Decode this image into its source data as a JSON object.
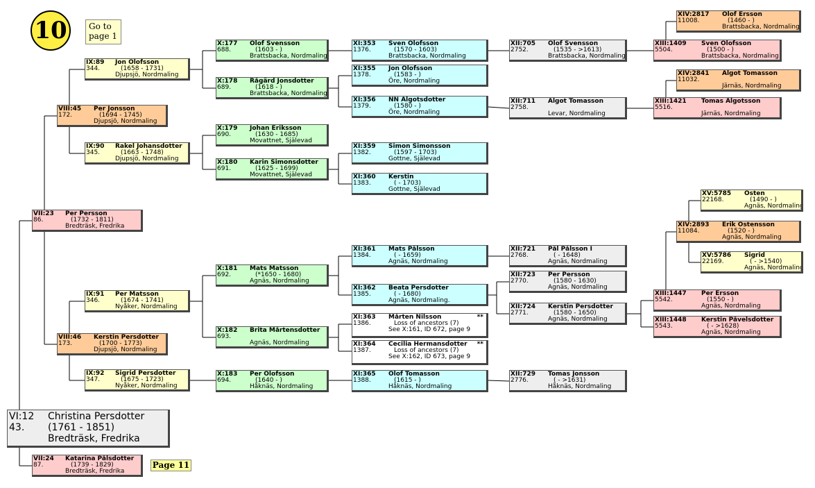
{
  "chart_number": "10",
  "goto": {
    "line1": "Go to",
    "line2": "page 1"
  },
  "page_link": "Page 11",
  "root": {
    "code": "VI:12",
    "name": "Christina Persdotter",
    "num": "43.",
    "dates": "(1761 - 1851)",
    "place": "Bredträsk, Fredrika"
  },
  "colors": {
    "yellow": "#ffffcc",
    "orange": "#ffcc99",
    "pink": "#ffcccc",
    "green": "#ccffcc",
    "cyan": "#ccffff",
    "gray": "#eeeeee"
  },
  "people": [
    {
      "code": "VII:23",
      "num": "86.",
      "name": "Per Persson",
      "dates": "(1732 - 1811)",
      "place": "Bredträsk, Fredrika",
      "color": "pink"
    },
    {
      "code": "VII:24",
      "num": "87.",
      "name": "Katarina Pålsdotter",
      "dates": "(1739 - 1829)",
      "place": "Bredträsk, Fredrika",
      "color": "pink"
    },
    {
      "code": "VIII:45",
      "num": "172.",
      "name": "Per Jonsson",
      "dates": "(1694 - 1745)",
      "place": "Djupsjö, Nordmaling",
      "color": "orange"
    },
    {
      "code": "VIII:46",
      "num": "173.",
      "name": "Kerstin Persdotter",
      "dates": "(1700 - 1773)",
      "place": "Djupsjö, Nordmaling",
      "color": "orange"
    },
    {
      "code": "IX:89",
      "num": "344.",
      "name": "Jon Olofsson",
      "dates": "(1658 - 1731)",
      "place": "Djupsjö, Nordmaling",
      "color": "yellow"
    },
    {
      "code": "IX:90",
      "num": "345.",
      "name": "Rakel Johansdotter",
      "dates": "(1663 - 1748)",
      "place": "Djupsjö, Nordmaling",
      "color": "yellow"
    },
    {
      "code": "IX:91",
      "num": "346.",
      "name": "Per Matsson",
      "dates": "(1674 - 1741)",
      "place": "Nyåker, Nordmaling",
      "color": "yellow"
    },
    {
      "code": "IX:92",
      "num": "347.",
      "name": "Sigrid Persdotter",
      "dates": "(1675 - 1723)",
      "place": "Nyåker, Nordmaling",
      "color": "yellow"
    },
    {
      "code": "X:177",
      "num": "688.",
      "name": "Olof Svensson",
      "dates": "(1603 - )",
      "place": "Brattsbacka, Nordmaling",
      "color": "green"
    },
    {
      "code": "X:178",
      "num": "689.",
      "name": "Rågärd Jonsdotter",
      "dates": "(1618 - )",
      "place": "Brattsbacka, Nordmaling",
      "color": "green"
    },
    {
      "code": "X:179",
      "num": "690.",
      "name": "Johan Eriksson",
      "dates": "(1630 - 1685)",
      "place": "Movattnet, Själevad",
      "color": "green"
    },
    {
      "code": "X:180",
      "num": "691.",
      "name": "Karin Simonsdotter",
      "dates": "(1625 - 1699)",
      "place": "Movattnet, Själevad",
      "color": "green"
    },
    {
      "code": "X:181",
      "num": "692.",
      "name": "Mats Matsson",
      "dates": "(*1650 - 1680)",
      "place": "Agnäs, Nordmaling",
      "color": "green"
    },
    {
      "code": "X:182",
      "num": "693.",
      "name": "Brita Mårtensdotter",
      "dates": "",
      "place": "Agnäs, Nordmaling",
      "color": "green"
    },
    {
      "code": "X:183",
      "num": "694.",
      "name": "Per Olofsson",
      "dates": "(1640 - )",
      "place": "Håknäs, Nordmaling",
      "color": "green"
    },
    {
      "code": "XI:353",
      "num": "1376.",
      "name": "Sven Olofsson",
      "dates": "(1570 - 1603)",
      "place": "Brattsbacka, Nordmaling",
      "color": "cyan"
    },
    {
      "code": "XI:355",
      "num": "1378.",
      "name": "Jon Olofsson",
      "dates": "(1583 - )",
      "place": "Öre, Nordmaling",
      "color": "cyan"
    },
    {
      "code": "XI:356",
      "num": "1379.",
      "name": "NN Algotsdotter",
      "dates": "(1580 - )",
      "place": "Öre, Nordmaling",
      "color": "cyan"
    },
    {
      "code": "XI:359",
      "num": "1382.",
      "name": "Simon Simonsson",
      "dates": "(1597 - 1703)",
      "place": "Gottne, Själevad",
      "color": "cyan"
    },
    {
      "code": "XI:360",
      "num": "1383.",
      "name": "Kerstin",
      "dates": "( - 1703)",
      "place": "Gottne, Själevad",
      "color": "cyan"
    },
    {
      "code": "XI:361",
      "num": "1384.",
      "name": "Mats Pålsson",
      "dates": "( - 1659)",
      "place": "Agnäs, Nordmaling",
      "color": "cyan"
    },
    {
      "code": "XI:362",
      "num": "1385.",
      "name": "Beata Persdotter",
      "dates": "( - 1680)",
      "place": "Agnäs, Nordmaling.",
      "color": "cyan"
    },
    {
      "code": "XI:363",
      "num": "1386.",
      "name": "Mårten Nilsson",
      "dates": "Loss of ancestors (7)",
      "place": "See X:161, ID 672, page 9",
      "color": "white",
      "mark": "**"
    },
    {
      "code": "XI:364",
      "num": "1387.",
      "name": "Cecilia Hermansdotter",
      "dates": "Loss of ancestors (7)",
      "place": "See X:162, ID 673, page 9",
      "color": "white",
      "mark": "**"
    },
    {
      "code": "XI:365",
      "num": "1388.",
      "name": "Olof Tomasson",
      "dates": "(1615 - )",
      "place": "Håknäs, Nordmaling",
      "color": "cyan"
    },
    {
      "code": "XII:705",
      "num": "2752.",
      "name": "Olof Svensson",
      "dates": "(1535 - >1613)",
      "place": "Brattsbacka, Nordmaling",
      "color": "gray"
    },
    {
      "code": "XII:711",
      "num": "2758.",
      "name": "Algot Tomasson",
      "dates": "",
      "place": "Levar, Nordmaling",
      "color": "gray"
    },
    {
      "code": "XII:721",
      "num": "2768.",
      "name": "Pål Pålsson I",
      "dates": "( - 1648)",
      "place": "Agnäs, Nordmaling",
      "color": "gray"
    },
    {
      "code": "XII:723",
      "num": "2770.",
      "name": "Per Persson",
      "dates": "(1580 - 1630)",
      "place": "Agnäs, Nordmaling",
      "color": "gray"
    },
    {
      "code": "XII:724",
      "num": "2771.",
      "name": "Kerstin Persdotter",
      "dates": "(1580 - 1650)",
      "place": "Agnäs, Nordmaling",
      "color": "gray"
    },
    {
      "code": "XII:729",
      "num": "2776.",
      "name": "Tomas Jonsson",
      "dates": "( - >1631)",
      "place": "Håknäs, Nordmaling",
      "color": "gray"
    },
    {
      "code": "XIII:1409",
      "num": "5504.",
      "name": "Sven Olofsson",
      "dates": "(1500 - )",
      "place": "Brattsbacka, Nordmaling",
      "color": "pink"
    },
    {
      "code": "XIII:1421",
      "num": "5516.",
      "name": "Tomas Algotsson",
      "dates": "",
      "place": "Järnäs, Nordmaling",
      "color": "pink"
    },
    {
      "code": "XIII:1447",
      "num": "5542.",
      "name": "Per Ersson",
      "dates": "(1550 - )",
      "place": "Agnäs, Nordmaling",
      "color": "pink"
    },
    {
      "code": "XIII:1448",
      "num": "5543.",
      "name": "Kerstin Påvelsdotter",
      "dates": "( - >1628)",
      "place": "Agnäs, Nordmaling",
      "color": "pink"
    },
    {
      "code": "XIV:2817",
      "num": "11008.",
      "name": "Olof Ersson",
      "dates": "(1460 - )",
      "place": "Brattsbacka, Nordmaling",
      "color": "orange"
    },
    {
      "code": "XIV:2841",
      "num": "11032.",
      "name": "Algot Tomasson",
      "dates": "",
      "place": "Järnäs, Nordmaling",
      "color": "orange"
    },
    {
      "code": "XIV:2893",
      "num": "11084.",
      "name": "Erik Östensson",
      "dates": "(1520 - )",
      "place": "Agnäs, Nordmaling",
      "color": "orange"
    },
    {
      "code": "XV:5785",
      "num": "22168.",
      "name": "Östen",
      "dates": "(1490 - )",
      "place": "Agnäs, Nordmaling",
      "color": "yellow"
    },
    {
      "code": "XV:5786",
      "num": "22169.",
      "name": "Sigrid",
      "dates": "( - >1540)",
      "place": "Agnäs, Nordmaling",
      "color": "yellow"
    }
  ]
}
